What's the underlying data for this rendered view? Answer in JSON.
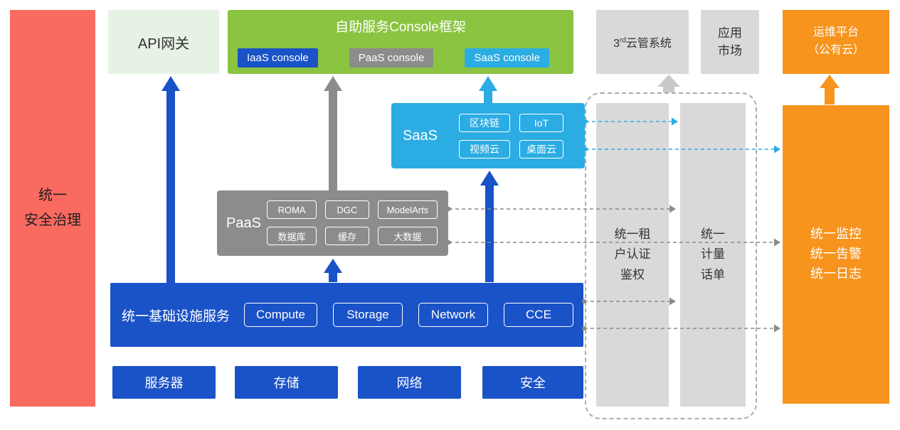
{
  "colors": {
    "red": "#F96A60",
    "light_green": "#E6F2E4",
    "green": "#8AC440",
    "blue": "#1A52C8",
    "cyan": "#2BACE3",
    "gray": "#8C8C8C",
    "light_gray": "#D9D9D9",
    "orange": "#F7941E"
  },
  "security_bar": {
    "label": "统一\n安全治理"
  },
  "api_gateway": {
    "label": "API网关"
  },
  "console_framework": {
    "title": "自助服务Console框架",
    "consoles": [
      {
        "label": "IaaS console"
      },
      {
        "label": "PaaS console"
      },
      {
        "label": "SaaS console"
      }
    ]
  },
  "cloud_mgmt": {
    "num": "3",
    "sup": "rd",
    "text": "云管系统"
  },
  "app_market": {
    "label": "应用\n市场"
  },
  "om_platform": {
    "label": "运维平台\n（公有云）"
  },
  "saas": {
    "label": "SaaS",
    "items": [
      "区块链",
      "IoT",
      "视频云",
      "桌面云"
    ]
  },
  "paas": {
    "label": "PaaS",
    "items": [
      "ROMA",
      "DGC",
      "ModelArts",
      "数据库",
      "缓存",
      "大数据"
    ]
  },
  "iaas": {
    "label": "统一基础设施服务",
    "items": [
      "Compute",
      "Storage",
      "Network",
      "CCE"
    ]
  },
  "hardware": {
    "items": [
      "服务器",
      "存储",
      "网络",
      "安全"
    ]
  },
  "auth_column": {
    "label": "统一租\n户认证\n鉴权"
  },
  "metering_column": {
    "label": "统一\n计量\n话单"
  },
  "monitoring": {
    "label": "统一监控\n统一告警\n统一日志"
  }
}
